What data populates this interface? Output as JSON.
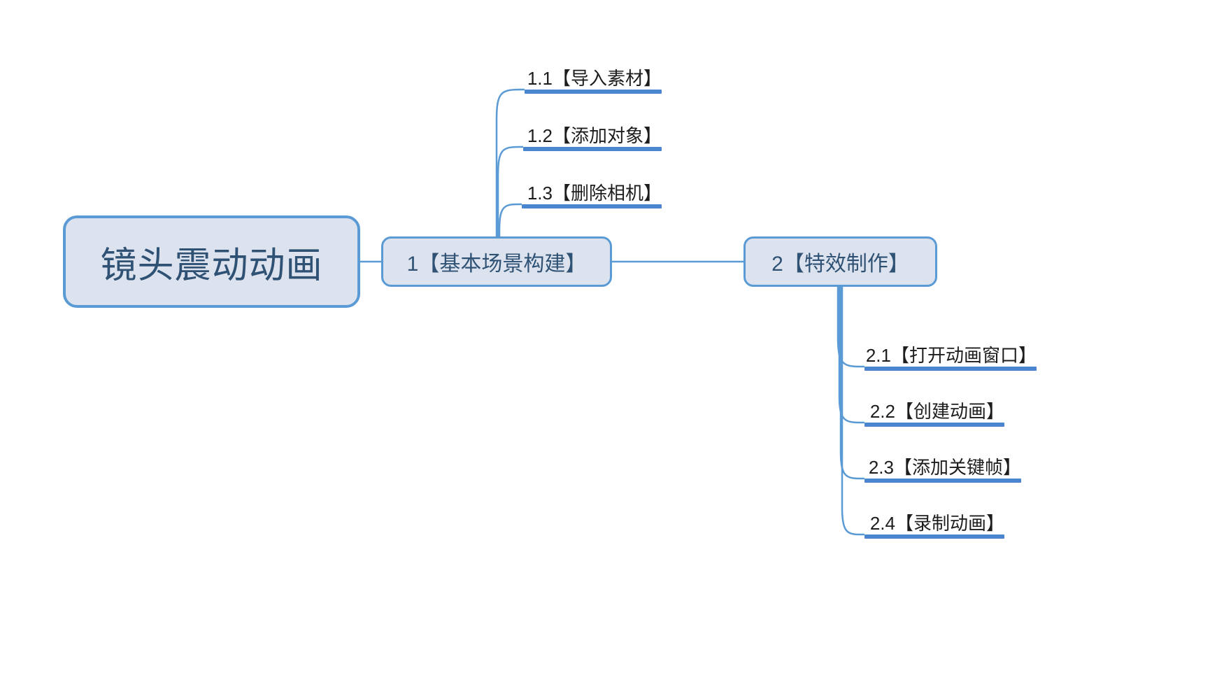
{
  "diagram": {
    "type": "mind-map",
    "background_color": "#FFFFFF",
    "node_fill_color": "#DCE3EF",
    "node_border_color": "#5B9BD5",
    "node_text_color": "#2F5274",
    "leaf_text_color": "#1D1D1D",
    "leaf_bar_color": "#4A86CF",
    "connector_color": "#5B9BD5",
    "root": {
      "label": "镜头震动动画"
    },
    "branches": [
      {
        "label": "1【基本场景构建】",
        "children": [
          {
            "label": "1.1【导入素材】"
          },
          {
            "label": "1.2【添加对象】"
          },
          {
            "label": "1.3【删除相机】"
          }
        ]
      },
      {
        "label": "2【特效制作】",
        "children": [
          {
            "label": "2.1【打开动画窗口】"
          },
          {
            "label": "2.2【创建动画】"
          },
          {
            "label": "2.3【添加关键帧】"
          },
          {
            "label": "2.4【录制动画】"
          }
        ]
      }
    ]
  }
}
